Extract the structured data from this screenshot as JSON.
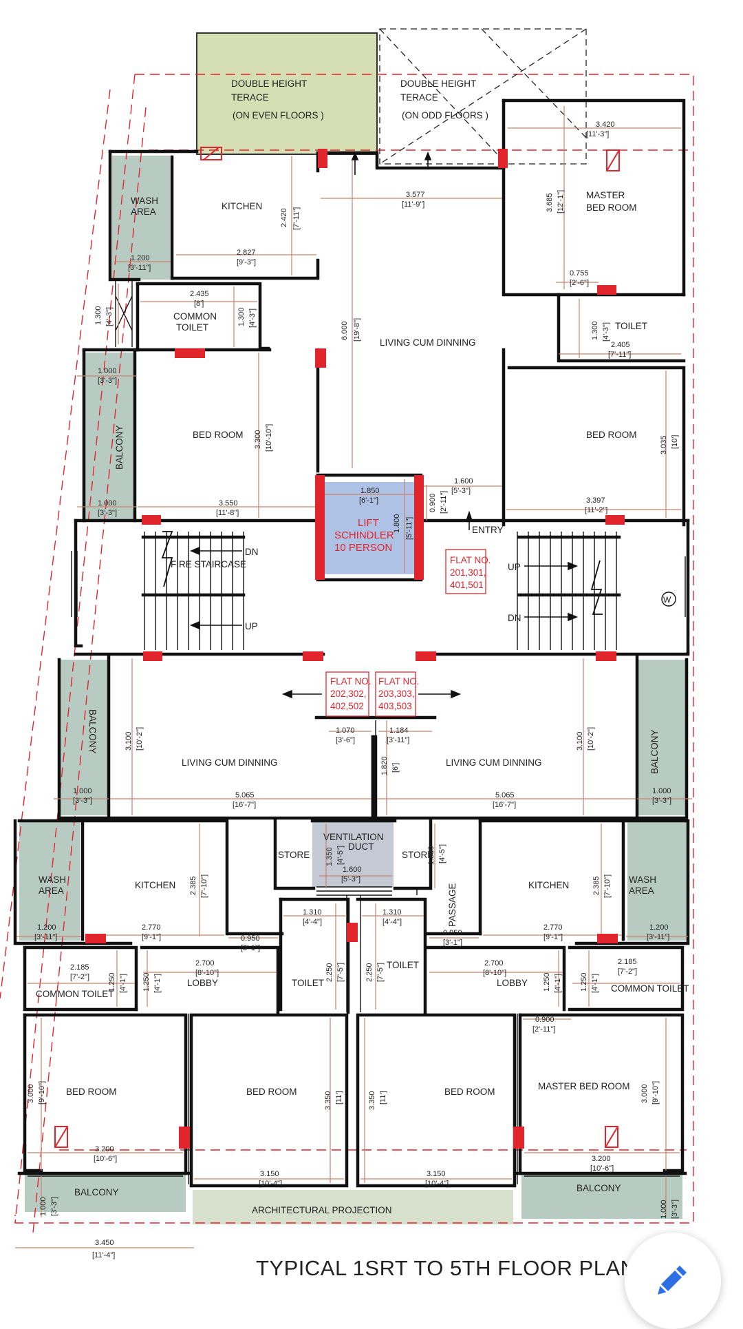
{
  "title": "TYPICAL 1SRT TO 5TH FLOOR PLAN",
  "colors": {
    "wall": "#111111",
    "dim": "#c8836b",
    "red": "#e0262c",
    "balcony": "#b8cbc2",
    "terrace": "#d5dfb3",
    "lift": "#aec2e6",
    "duct": "#c4c9d3",
    "projection": "#d7e0cc"
  },
  "rooms": {
    "terrace_even": [
      "DOUBLE HEIGHT",
      "TERACE",
      "(ON EVEN FLOORS )"
    ],
    "terrace_odd": [
      "DOUBLE HEIGHT",
      "TERACE",
      "(ON ODD FLOORS )"
    ],
    "wash_area_tl": [
      "WASH",
      "AREA"
    ],
    "kitchen_tl": "KITCHEN",
    "master_bed_tr": [
      "MASTER",
      "BED ROOM"
    ],
    "common_toilet_l": [
      "COMMON",
      "TOILET"
    ],
    "living_top": "LIVING CUM DINNING",
    "toilet_tr": "TOILET",
    "bed_room_l": "BED ROOM",
    "bed_room_r": "BED ROOM",
    "balcony_l": "BALCONY",
    "lift": [
      "LIFT",
      "SCHINDLER",
      "10 PERSON"
    ],
    "entry": "ENTRY",
    "flat_top": [
      "FLAT NO.",
      "201,301,",
      "401,501"
    ],
    "fire_staircase": "FIRE STAIRCASE",
    "dn_l": "DN",
    "up_l": "UP",
    "up_r": "UP",
    "dn_r": "DN",
    "w_mark": "W",
    "flat_mid_l": [
      "FLAT NO.",
      "202,302,",
      "402,502"
    ],
    "flat_mid_r": [
      "FLAT NO.",
      "203,303,",
      "403,503"
    ],
    "balcony_ml": "BALCONY",
    "balcony_mr": "BALCONY",
    "living_bl": "LIVING CUM DINNING",
    "living_br": "LIVING CUM DINNING",
    "wash_area_bl": [
      "WASH",
      "AREA"
    ],
    "kitchen_bl": "KITCHEN",
    "store_l": "STORE",
    "vent_duct": [
      "VENTILATION",
      "DUCT"
    ],
    "store_r": "STORE",
    "passage": "PASSAGE",
    "kitchen_br": "KITCHEN",
    "wash_area_br": [
      "WASH",
      "AREA"
    ],
    "common_toilet_bl": "COMMON TOILET",
    "lobby_l": "LOBBY",
    "toilet_bl": "TOILET",
    "toilet_br": "TOILET",
    "lobby_r": "LOBBY",
    "common_toilet_br": "COMMON TOILET",
    "bed_bl": "BED ROOM",
    "bed_bc1": "BED ROOM",
    "bed_bc2": "BED ROOM",
    "master_bed_br": "MASTER BED ROOM",
    "balcony_bl": "BALCONY",
    "arch_projection": "ARCHITECTURAL PROJECTION",
    "balcony_br": "BALCONY"
  },
  "dims": {
    "d01": [
      "3.420",
      "[11'-3\"]"
    ],
    "d02": [
      "3.577",
      "[11'-9\"]"
    ],
    "d03": [
      "2.420",
      "[7'-11\"]"
    ],
    "d04": [
      "3.685",
      "[12'-1\"]"
    ],
    "d05": [
      "1.200",
      "[3'-11\"]"
    ],
    "d06": [
      "2.827",
      "[9'-3\"]"
    ],
    "d07": [
      "0.755",
      "[2'-6\"]"
    ],
    "d08": [
      "2.435",
      "[8']"
    ],
    "d09": [
      "1.300",
      "[4'-3\"]"
    ],
    "d10": [
      "1.300",
      "[4'-3\"]"
    ],
    "d11": [
      "6.000",
      "[19'-8\"]"
    ],
    "d12": [
      "1.300",
      "[4'-3\"]"
    ],
    "d13": [
      "2.405",
      "[7'-11\"]"
    ],
    "d14": [
      "1.000",
      "[3'-3\"]"
    ],
    "d15": [
      "3.300",
      "[10'-10\"]"
    ],
    "d16": [
      "3.035",
      "[10']"
    ],
    "d17": [
      "1.850",
      "[6'-1\"]"
    ],
    "d18": [
      "1.600",
      "[5'-3\"]"
    ],
    "d19": [
      "1.000",
      "[3'-3\"]"
    ],
    "d20": [
      "3.550",
      "[11'-8\"]"
    ],
    "d21": [
      "1.800",
      "[5'-11\"]"
    ],
    "d22": [
      "0.900",
      "[2'-11\"]"
    ],
    "d23": [
      "3.397",
      "[11'-2\"]"
    ],
    "d24": [
      "1.070",
      "[3'-6\"]"
    ],
    "d25": [
      "1.184",
      "[3'-11\"]"
    ],
    "d26": [
      "3.100",
      "[10'-2\"]"
    ],
    "d27": [
      "3.100",
      "[10'-2\"]"
    ],
    "d28": [
      "1.820",
      "[6']"
    ],
    "d29": [
      "1.000",
      "[3'-3\"]"
    ],
    "d30": [
      "5.065",
      "[16'-7\"]"
    ],
    "d31": [
      "5.065",
      "[16'-7\"]"
    ],
    "d32": [
      "1.000",
      "[3'-3\"]"
    ],
    "d33": [
      "1.350",
      "[4'-5\"]"
    ],
    "d34": [
      "1.350",
      "[4'-5\"]"
    ],
    "d35": [
      "1.600",
      "[5'-3\"]"
    ],
    "d36": [
      "2.385",
      "[7'-10\"]"
    ],
    "d37": [
      "2.385",
      "[7'-10\"]"
    ],
    "d38": [
      "1.310",
      "[4'-4\"]"
    ],
    "d39": [
      "1.310",
      "[4'-4\"]"
    ],
    "d40": [
      "1.200",
      "[3'-11\"]"
    ],
    "d41": [
      "2.770",
      "[9'-1\"]"
    ],
    "d42": [
      "0.950",
      "[3'-1\"]"
    ],
    "d43": [
      "0.950",
      "[3'-1\"]"
    ],
    "d44": [
      "2.770",
      "[9'-1\"]"
    ],
    "d45": [
      "1.200",
      "[3'-11\"]"
    ],
    "d46": [
      "2.185",
      "[7'-2\"]"
    ],
    "d47": [
      "2.700",
      "[8'-10\"]"
    ],
    "d48": [
      "2.250",
      "[7'-5\"]"
    ],
    "d49": [
      "2.250",
      "[7'-5\"]"
    ],
    "d50": [
      "2.700",
      "[8'-10\"]"
    ],
    "d51": [
      "2.185",
      "[7'-2\"]"
    ],
    "d52": [
      "1.250",
      "[4'-1\"]"
    ],
    "d53": [
      "1.250",
      "[4'-1\"]"
    ],
    "d54": [
      "1.250",
      "[4'-1\"]"
    ],
    "d55": [
      "1.250",
      "[4'-1\"]"
    ],
    "d56": [
      "0.900",
      "[2'-11\"]"
    ],
    "d57": [
      "3.000",
      "[9'-10\"]"
    ],
    "d58": [
      "3.350",
      "[11']"
    ],
    "d59": [
      "3.350",
      "[11']"
    ],
    "d60": [
      "3.000",
      "[9'-10\"]"
    ],
    "d61": [
      "3.200",
      "[10'-6\"]"
    ],
    "d62": [
      "3.150",
      "[10'-4\"]"
    ],
    "d63": [
      "3.150",
      "[10'-4\"]"
    ],
    "d64": [
      "3.200",
      "[10'-6\"]"
    ],
    "d65": [
      "1.000",
      "[3'-3\"]"
    ],
    "d66": [
      "1.000",
      "[3'-3\"]"
    ],
    "d67": [
      "3.450",
      "[11'-4\"]"
    ]
  },
  "fab": {
    "icon": "pencil-icon"
  }
}
